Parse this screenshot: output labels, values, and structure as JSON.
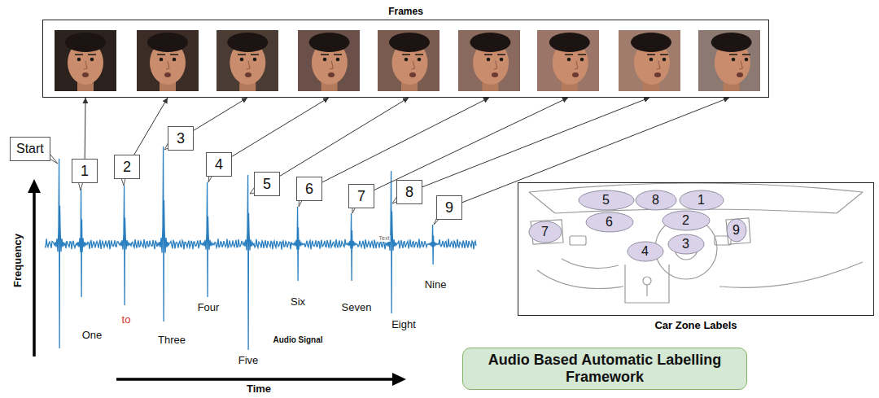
{
  "diagram": {
    "nodes": [
      {
        "text": [
          "Frames"
        ]
      },
      {
        "text": [
          "Start"
        ]
      },
      {
        "text": [
          "1"
        ]
      },
      {
        "text": [
          "2"
        ]
      },
      {
        "text": [
          "3"
        ]
      },
      {
        "text": [
          "4"
        ]
      },
      {
        "text": [
          "5"
        ]
      },
      {
        "text": [
          "6"
        ]
      },
      {
        "text": [
          "7"
        ]
      },
      {
        "text": [
          "8"
        ]
      },
      {
        "text": [
          "9"
        ]
      },
      {
        "text": [
          "Car Zone Labels"
        ]
      },
      {
        "text": [
          "5"
        ],
        "in": 11
      },
      {
        "text": [
          "8"
        ],
        "in": 11
      },
      {
        "text": [
          "1"
        ],
        "in": 11
      },
      {
        "text": [
          "7"
        ],
        "in": 11
      },
      {
        "text": [
          "6"
        ],
        "in": 11
      },
      {
        "text": [
          "2"
        ],
        "in": 11
      },
      {
        "text": [
          "9"
        ],
        "in": 11
      },
      {
        "text": [
          "3"
        ],
        "in": 11
      },
      {
        "text": [
          "4"
        ],
        "in": 11
      },
      {
        "text": [
          "Audio Based Automatic Labelling Framework"
        ]
      }
    ],
    "edges": [
      {
        "from": 2,
        "to": 0,
        "arrow": "to"
      },
      {
        "from": 3,
        "to": 0,
        "arrow": "to"
      },
      {
        "from": 4,
        "to": 0,
        "arrow": "to"
      },
      {
        "from": 5,
        "to": 0,
        "arrow": "to"
      },
      {
        "from": 6,
        "to": 0,
        "arrow": "to"
      },
      {
        "from": 7,
        "to": 0,
        "arrow": "to"
      },
      {
        "from": 8,
        "to": 0,
        "arrow": "to"
      },
      {
        "from": 9,
        "to": 0,
        "arrow": "to"
      },
      {
        "from": 10,
        "to": 0,
        "arrow": "to"
      }
    ],
    "labels": [
      "One",
      "to",
      "Three",
      "Four",
      "Five",
      "Six",
      "Seven",
      "Eight",
      "Nine",
      "Audio Signal",
      "Text",
      "Frequency",
      "Time"
    ]
  }
}
